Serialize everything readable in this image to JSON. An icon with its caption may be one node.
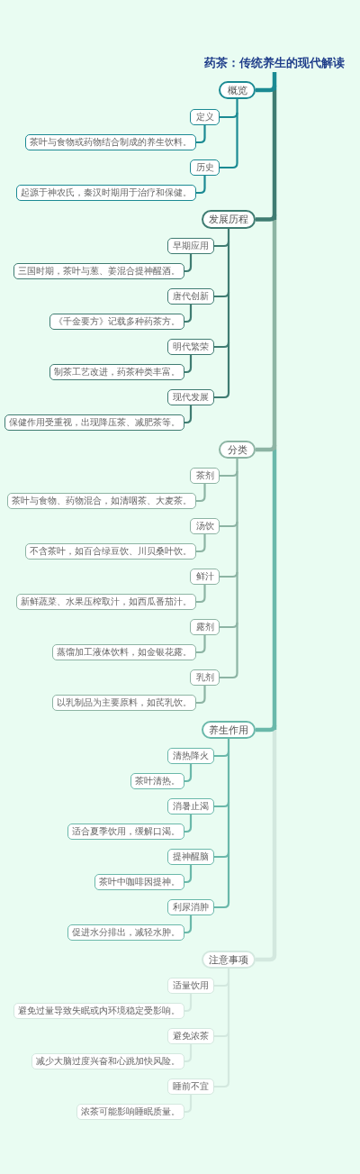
{
  "diagram": {
    "nodes": [
      {
        "text": [
          "药茶：传统养生的现代解读"
        ]
      },
      {
        "text": [
          "概览"
        ]
      },
      {
        "text": [
          "定义"
        ]
      },
      {
        "text": [
          "茶叶与食物或药物结合制成的养生饮料。"
        ]
      },
      {
        "text": [
          "历史"
        ]
      },
      {
        "text": [
          "起源于神农氏，秦汉时期用于治疗和保健。"
        ]
      },
      {
        "text": [
          "发展历程"
        ]
      },
      {
        "text": [
          "早期应用"
        ]
      },
      {
        "text": [
          "三国时期，茶叶与葱、姜混合提神醒酒。"
        ]
      },
      {
        "text": [
          "唐代创新"
        ]
      },
      {
        "text": [
          "《千金要方》记载多种药茶方。"
        ]
      },
      {
        "text": [
          "明代繁荣"
        ]
      },
      {
        "text": [
          "制茶工艺改进，药茶种类丰富。"
        ]
      },
      {
        "text": [
          "现代发展"
        ]
      },
      {
        "text": [
          "保健作用受重视，出现降压茶、减肥茶等。"
        ]
      },
      {
        "text": [
          "分类"
        ]
      },
      {
        "text": [
          "茶剂"
        ]
      },
      {
        "text": [
          "茶叶与食物、药物混合，如清咽茶、大麦茶。"
        ]
      },
      {
        "text": [
          "汤饮"
        ]
      },
      {
        "text": [
          "不含茶叶，如百合绿豆饮、川贝桑叶饮。"
        ]
      },
      {
        "text": [
          "鲜汁"
        ]
      },
      {
        "text": [
          "新鲜蔬菜、水果压榨取汁，如西瓜番茄汁。"
        ]
      },
      {
        "text": [
          "露剂"
        ]
      },
      {
        "text": [
          "蒸馏加工液体饮料，如金银花露。"
        ]
      },
      {
        "text": [
          "乳剂"
        ]
      },
      {
        "text": [
          "以乳制品为主要原料，如芪乳饮。"
        ]
      },
      {
        "text": [
          "养生作用"
        ]
      },
      {
        "text": [
          "清热降火"
        ]
      },
      {
        "text": [
          "茶叶清热。"
        ]
      },
      {
        "text": [
          "消暑止渴"
        ]
      },
      {
        "text": [
          "适合夏季饮用，缓解口渴。"
        ]
      },
      {
        "text": [
          "提神醒脑"
        ]
      },
      {
        "text": [
          "茶叶中咖啡因提神。"
        ]
      },
      {
        "text": [
          "利尿消肿"
        ]
      },
      {
        "text": [
          "促进水分排出，减轻水肿。"
        ]
      },
      {
        "text": [
          "注意事项"
        ]
      },
      {
        "text": [
          "适量饮用"
        ]
      },
      {
        "text": [
          "避免过量导致失眠或内环境稳定受影响。"
        ]
      },
      {
        "text": [
          "避免浓茶"
        ]
      },
      {
        "text": [
          "减少大脑过度兴奋和心跳加快风险。"
        ]
      },
      {
        "text": [
          "睡前不宜"
        ]
      },
      {
        "text": [
          "浓茶可能影响睡眠质量。"
        ]
      }
    ],
    "edges": [
      {
        "from": 0,
        "to": 1,
        "arrow": "none",
        "style": "thick",
        "color": "#1b8a93"
      },
      {
        "from": 1,
        "to": 2,
        "arrow": "none",
        "color": "#1b8a93"
      },
      {
        "from": 2,
        "to": 3,
        "arrow": "none",
        "color": "#1b8a93"
      },
      {
        "from": 1,
        "to": 4,
        "arrow": "none",
        "color": "#1b8a93"
      },
      {
        "from": 4,
        "to": 5,
        "arrow": "none",
        "color": "#1b8a93"
      },
      {
        "from": 0,
        "to": 6,
        "arrow": "none",
        "style": "thick",
        "color": "#3f7c72"
      },
      {
        "from": 6,
        "to": 7,
        "arrow": "none",
        "color": "#3f7c72"
      },
      {
        "from": 7,
        "to": 8,
        "arrow": "none",
        "color": "#3f7c72"
      },
      {
        "from": 6,
        "to": 9,
        "arrow": "none",
        "color": "#3f7c72"
      },
      {
        "from": 9,
        "to": 10,
        "arrow": "none",
        "color": "#3f7c72"
      },
      {
        "from": 6,
        "to": 11,
        "arrow": "none",
        "color": "#3f7c72"
      },
      {
        "from": 11,
        "to": 12,
        "arrow": "none",
        "color": "#3f7c72"
      },
      {
        "from": 6,
        "to": 13,
        "arrow": "none",
        "color": "#3f7c72"
      },
      {
        "from": 13,
        "to": 14,
        "arrow": "none",
        "color": "#3f7c72"
      },
      {
        "from": 0,
        "to": 15,
        "arrow": "none",
        "style": "thick",
        "color": "#8db4a4"
      },
      {
        "from": 15,
        "to": 16,
        "arrow": "none",
        "color": "#8db4a4"
      },
      {
        "from": 16,
        "to": 17,
        "arrow": "none",
        "color": "#8db4a4"
      },
      {
        "from": 15,
        "to": 18,
        "arrow": "none",
        "color": "#8db4a4"
      },
      {
        "from": 18,
        "to": 19,
        "arrow": "none",
        "color": "#8db4a4"
      },
      {
        "from": 15,
        "to": 20,
        "arrow": "none",
        "color": "#8db4a4"
      },
      {
        "from": 20,
        "to": 21,
        "arrow": "none",
        "color": "#8db4a4"
      },
      {
        "from": 15,
        "to": 22,
        "arrow": "none",
        "color": "#8db4a4"
      },
      {
        "from": 22,
        "to": 23,
        "arrow": "none",
        "color": "#8db4a4"
      },
      {
        "from": 15,
        "to": 24,
        "arrow": "none",
        "color": "#8db4a4"
      },
      {
        "from": 24,
        "to": 25,
        "arrow": "none",
        "color": "#8db4a4"
      },
      {
        "from": 0,
        "to": 26,
        "arrow": "none",
        "style": "thick",
        "color": "#6ab8aa"
      },
      {
        "from": 26,
        "to": 27,
        "arrow": "none",
        "color": "#6ab8aa"
      },
      {
        "from": 27,
        "to": 28,
        "arrow": "none",
        "color": "#6ab8aa"
      },
      {
        "from": 26,
        "to": 29,
        "arrow": "none",
        "color": "#6ab8aa"
      },
      {
        "from": 29,
        "to": 30,
        "arrow": "none",
        "color": "#6ab8aa"
      },
      {
        "from": 26,
        "to": 31,
        "arrow": "none",
        "color": "#6ab8aa"
      },
      {
        "from": 31,
        "to": 32,
        "arrow": "none",
        "color": "#6ab8aa"
      },
      {
        "from": 26,
        "to": 33,
        "arrow": "none",
        "color": "#6ab8aa"
      },
      {
        "from": 33,
        "to": 34,
        "arrow": "none",
        "color": "#6ab8aa"
      },
      {
        "from": 0,
        "to": 35,
        "arrow": "none",
        "style": "thick",
        "color": "#d3e8df"
      },
      {
        "from": 35,
        "to": 36,
        "arrow": "none",
        "color": "#d3e8df"
      },
      {
        "from": 36,
        "to": 37,
        "arrow": "none",
        "color": "#d3e8df"
      },
      {
        "from": 35,
        "to": 38,
        "arrow": "none",
        "color": "#d3e8df"
      },
      {
        "from": 38,
        "to": 39,
        "arrow": "none",
        "color": "#d3e8df"
      },
      {
        "from": 35,
        "to": 40,
        "arrow": "none",
        "color": "#d3e8df"
      },
      {
        "from": 40,
        "to": 41,
        "arrow": "none",
        "color": "#d3e8df"
      }
    ]
  }
}
